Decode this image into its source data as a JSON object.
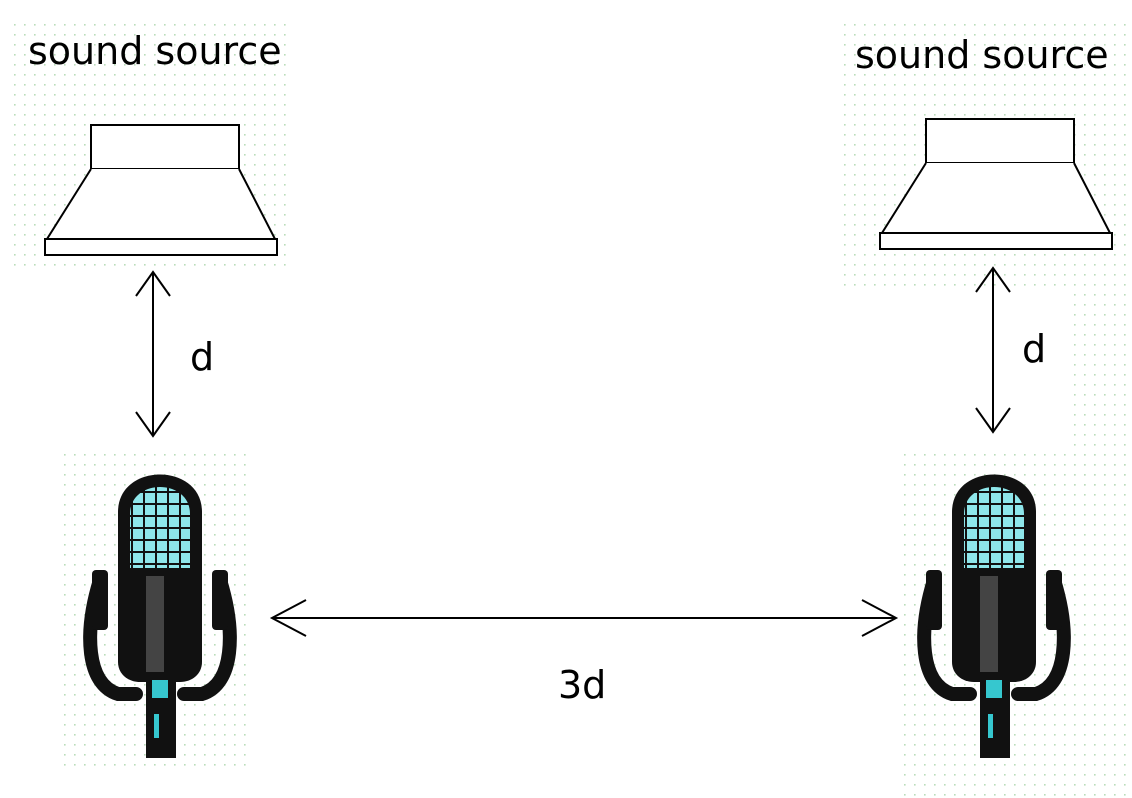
{
  "diagram": {
    "left_source_label": "sound source",
    "right_source_label": "sound source",
    "left_distance_label": "d",
    "right_distance_label": "d",
    "mic_spacing_label": "3d"
  },
  "colors": {
    "line": "#000000",
    "mic_body": "#111111",
    "mic_shade": "#444444",
    "mic_grille": "#8ee6ea",
    "mic_accent": "#36c7cf",
    "dot": "#b9dcb9"
  },
  "icons": {
    "speaker": "speaker-icon",
    "microphone": "microphone-icon",
    "arrow": "double-arrow"
  }
}
